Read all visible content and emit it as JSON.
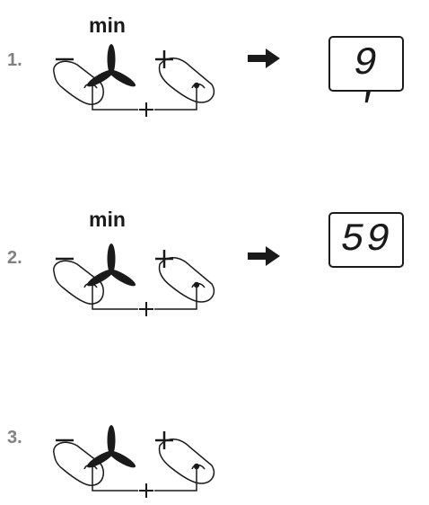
{
  "steps": [
    {
      "number": "1.",
      "label": "min",
      "display": "9 '"
    },
    {
      "number": "2.",
      "label": "min",
      "display": "59"
    },
    {
      "number": "3."
    }
  ],
  "icons": {
    "minus": "minus-sign-icon",
    "plus": "plus-sign-icon",
    "fan": "three-blade-fan-icon",
    "finger": "pressing-finger-icon",
    "arrow": "right-arrow-icon"
  },
  "colors": {
    "ink": "#1a1a1a",
    "step_number": "#808080"
  }
}
